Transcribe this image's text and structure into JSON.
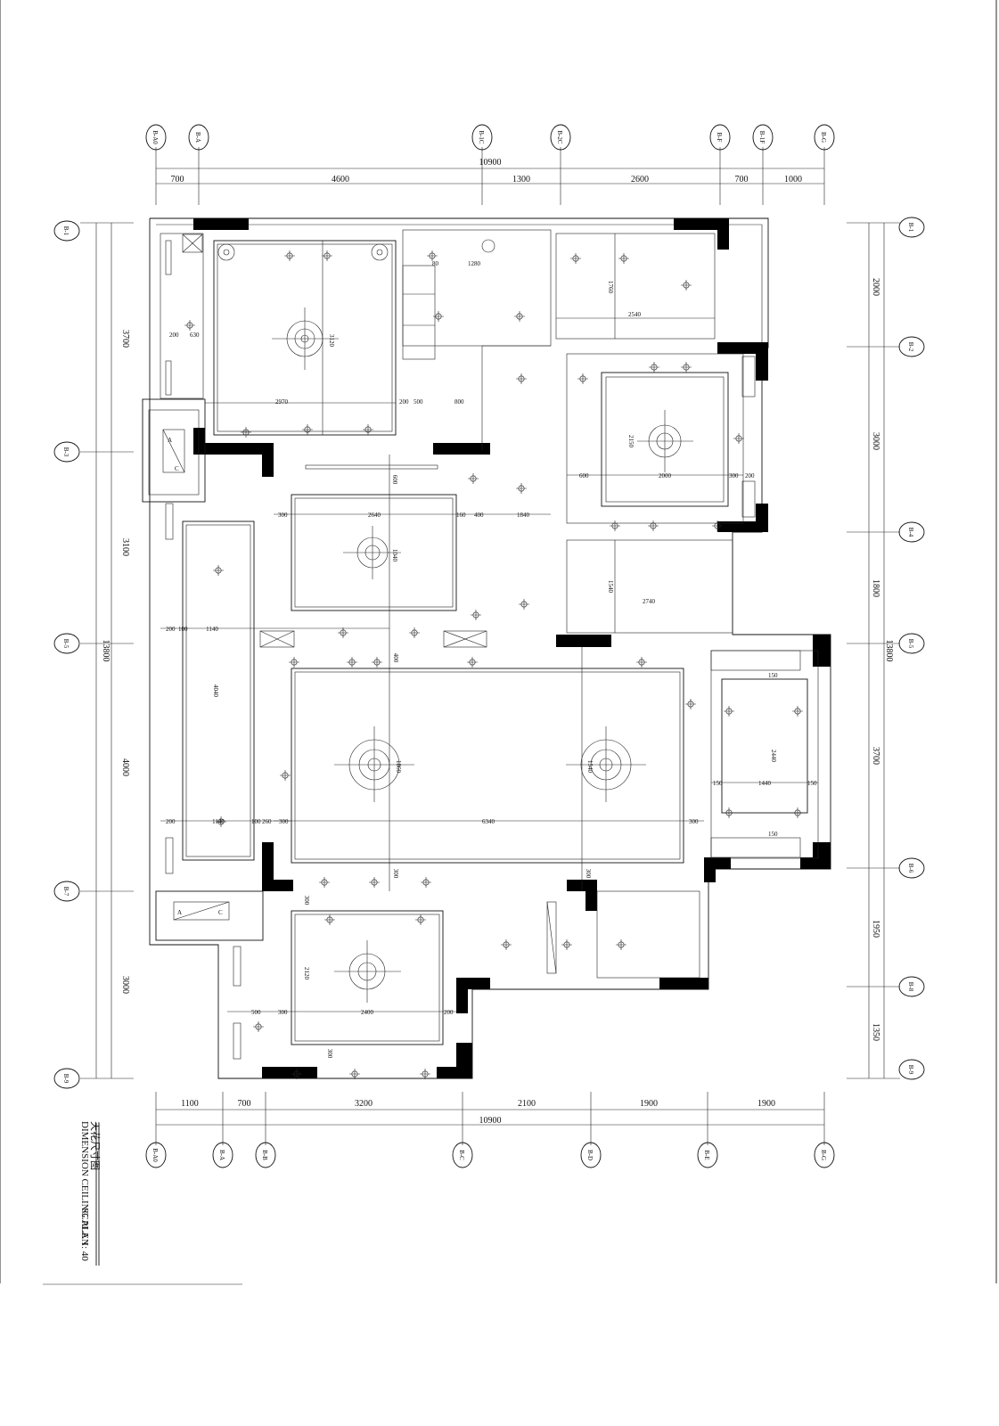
{
  "title_block": {
    "name_cn": "天花尺寸图",
    "name_en": "DIMENSION CEILING PLAN",
    "scale": "SCALE 1: 40"
  },
  "top_dimensions": {
    "total": "10900",
    "segments": [
      "700",
      "4600",
      "1300",
      "2600",
      "700",
      "1000"
    ]
  },
  "bottom_dimensions": {
    "total": "10900",
    "segments": [
      "1100",
      "700",
      "3200",
      "2100",
      "1900",
      "1900"
    ]
  },
  "left_dimensions": {
    "total": "13800",
    "segments": [
      "3700",
      "3100",
      "4000",
      "3000"
    ]
  },
  "right_dimensions": {
    "total": "13800",
    "segments": [
      "2000",
      "3000",
      "1800",
      "3700",
      "1950",
      "1350"
    ]
  },
  "grid_top": [
    "B-A0",
    "B-A",
    "B-1C",
    "B-2C",
    "B-F",
    "B-1F",
    "B-G"
  ],
  "grid_bottom": [
    "B-A0",
    "B-A",
    "B-B",
    "B-C",
    "B-D",
    "B-E",
    "B-G"
  ],
  "grid_left": [
    "B-1",
    "B-3",
    "B-5",
    "B-7",
    "B-9"
  ],
  "grid_right": [
    "B-1",
    "B-2",
    "B-4",
    "B-5",
    "B-6",
    "B-8",
    "B-9"
  ],
  "room_dims": {
    "r1_w": "2970",
    "r1_h": "3120",
    "r1_a": "200",
    "r1_b": "630",
    "r1_c": "200",
    "r1_d": "500",
    "r1_e": "800",
    "k_a": "80",
    "k_b": "1280",
    "br1_h": "1760",
    "br1_w": "2540",
    "br2_w": "2000",
    "br2_h": "2150",
    "br2_a": "600",
    "br2_b": "300",
    "br2_c": "200",
    "d_w": "2640",
    "d_a": "300",
    "d_b": "600",
    "d_c": "160",
    "d_d": "400",
    "d_e": "1840",
    "d_h": "1040",
    "br3_h": "1540",
    "br3_w": "2740",
    "l_a": "1140",
    "l_b": "200",
    "l_c": "100",
    "l_d": "4040",
    "l_e": "1140",
    "l_f": "200",
    "l_g": "100",
    "l_h": "260",
    "l_i": "300",
    "lv_w": "6340",
    "lv_h": "1860",
    "lv_h2": "1540",
    "lv_a": "300",
    "lv_b": "300",
    "lv_c": "300",
    "lv_d": "400",
    "bt_w": "1440",
    "bt_h": "2440",
    "bt_a": "150",
    "bt_b": "150",
    "bt_c": "150",
    "bt_d": "150",
    "s_w": "2400",
    "s_h": "2120",
    "s_a": "500",
    "s_b": "300",
    "s_c": "200",
    "s_d": "300",
    "s_e": "300",
    "ac": "A",
    "ac2": "C"
  }
}
